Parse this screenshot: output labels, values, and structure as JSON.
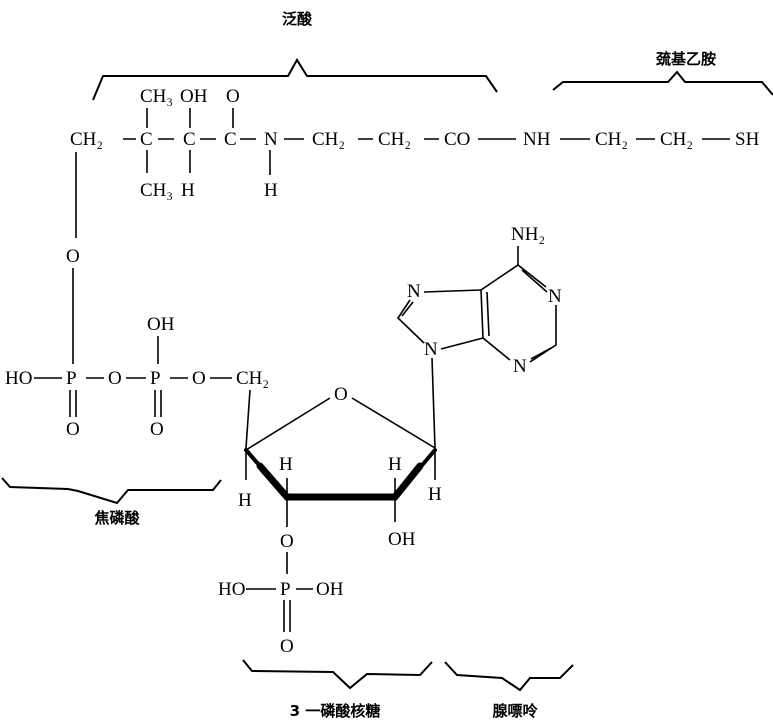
{
  "labels": {
    "pantothenic_acid": "泛酸",
    "mercaptoethylamine": "巯基乙胺",
    "pyrophosphate": "焦磷酸",
    "phosphoribose": "3 一磷酸核糖",
    "adenine": "腺嘌呤"
  },
  "chain": {
    "ch2_a": "CH₂",
    "c1": "C",
    "c2": "C",
    "c3": "C",
    "n": "N",
    "ch2_b": "CH₂",
    "ch2_c": "CH₂",
    "co": "CO",
    "nh": "NH",
    "ch2_d": "CH₂",
    "ch2_e": "CH₂",
    "sh": "SH",
    "top_ch3": "CH₃",
    "top_oh": "OH",
    "top_o": "O",
    "bot_ch3": "CH₃",
    "bot_h": "H",
    "n_h": "H"
  },
  "phosphate": {
    "o_link": "O",
    "ho": "HO",
    "p1": "P",
    "o_mid": "O",
    "p2": "P",
    "o_right": "O",
    "ch2": "CH₂",
    "oh_top": "OH",
    "o_dbl1": "O",
    "o_dbl2": "O"
  },
  "ribose": {
    "ring_o": "O",
    "h_c4": "H",
    "h_c3": "H",
    "h_c2": "H",
    "h_c1": "H",
    "oh_c2": "OH",
    "o3": "O",
    "p": "P",
    "ho": "HO",
    "oh": "OH",
    "o_dbl": "O"
  },
  "adenine": {
    "nh2": "NH₂",
    "n1": "N",
    "n3": "N",
    "n7": "N",
    "n9": "N"
  }
}
